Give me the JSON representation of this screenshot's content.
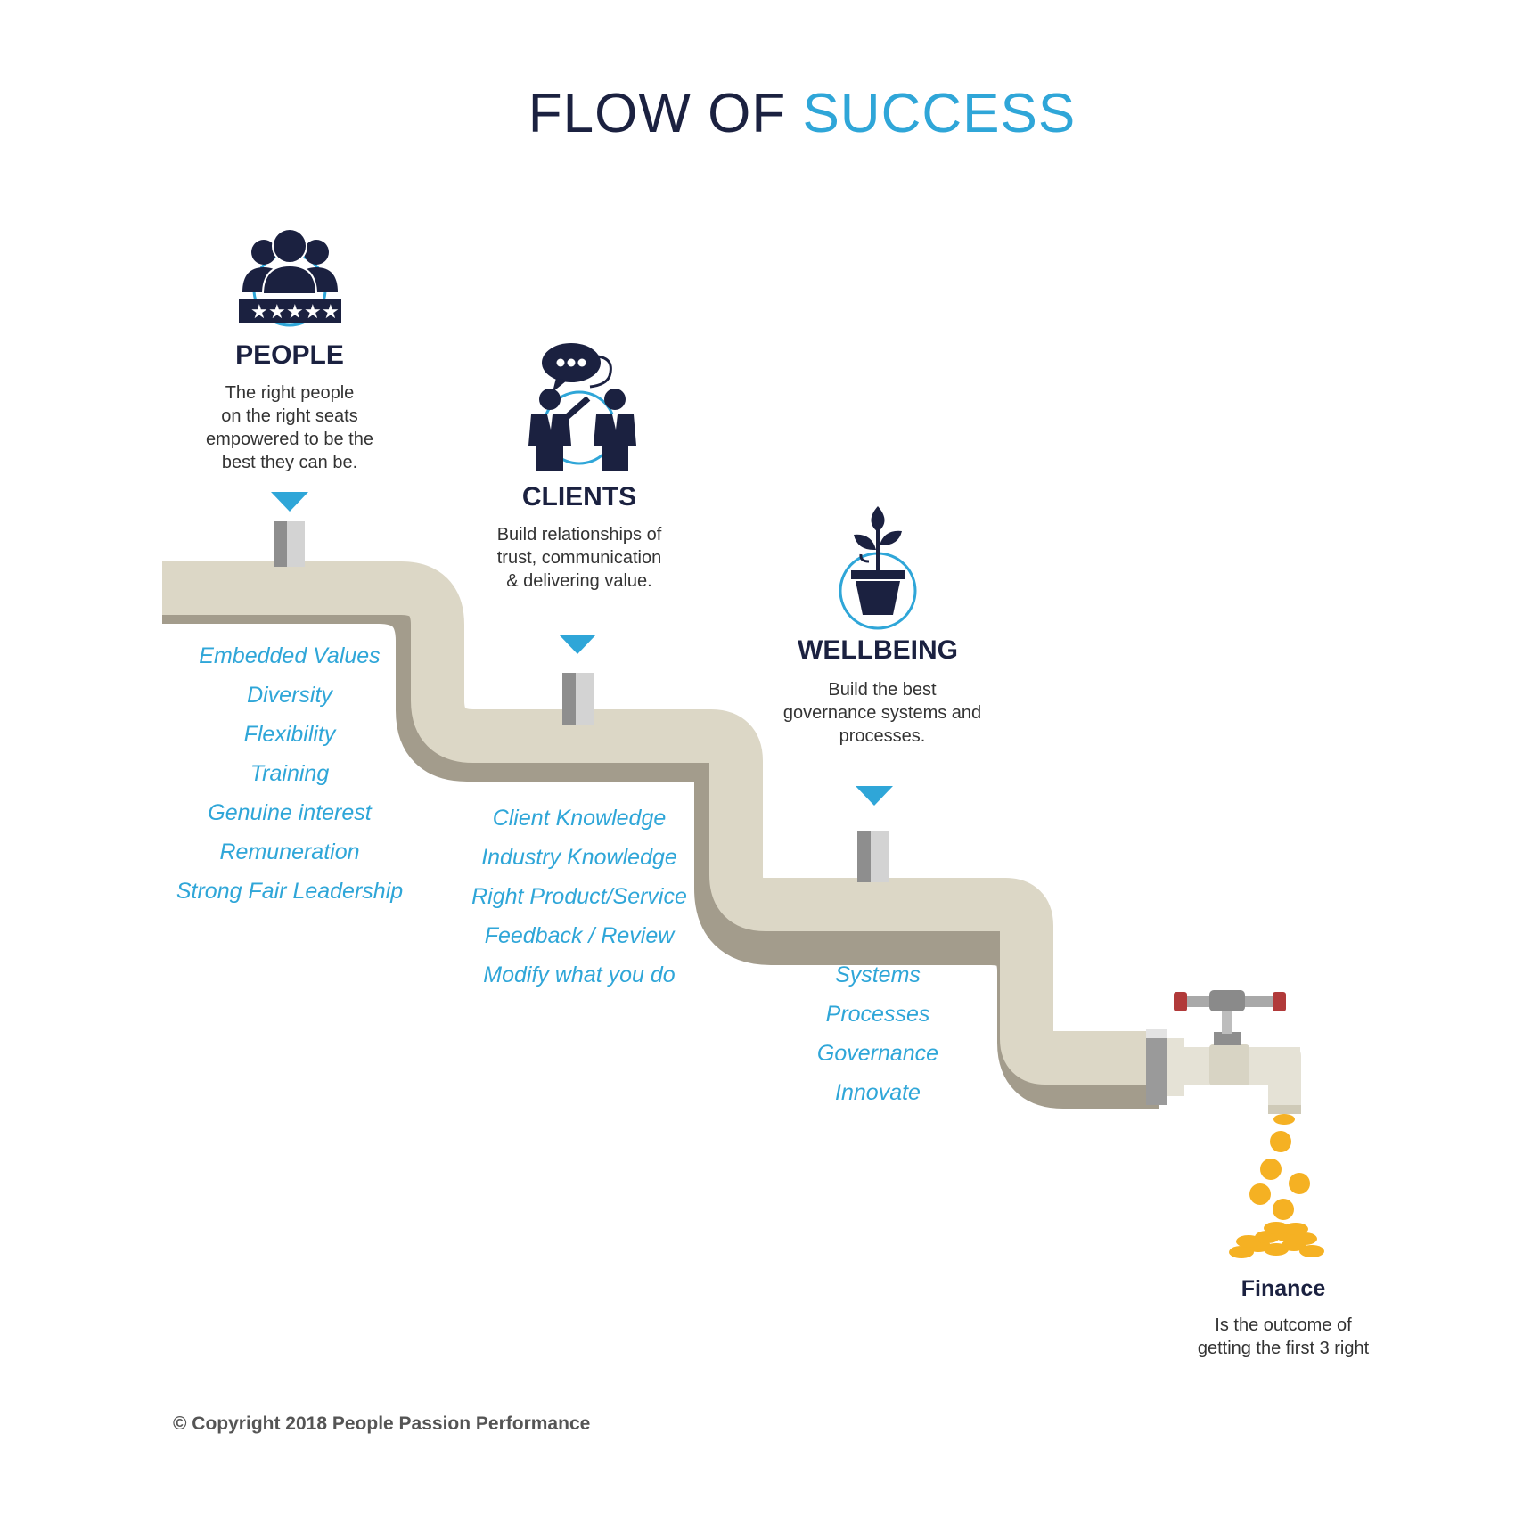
{
  "title": {
    "part1": "FLOW OF",
    "part2": "SUCCESS"
  },
  "stages": [
    {
      "heading": "PEOPLE",
      "description": [
        "The right people",
        "on the right seats",
        "empowered to be the",
        "best they can be."
      ],
      "items": [
        "Embedded Values",
        "Diversity",
        "Flexibility",
        "Training",
        "Genuine interest",
        "Remuneration",
        "Strong Fair Leadership"
      ],
      "icon": "people-rating-icon"
    },
    {
      "heading": "CLIENTS",
      "description": [
        "Build relationships of",
        "trust, communication",
        "& delivering value."
      ],
      "items": [
        "Client Knowledge",
        "Industry Knowledge",
        "Right Product/Service",
        "Feedback / Review",
        "Modify what you do"
      ],
      "icon": "clients-conversation-icon"
    },
    {
      "heading": "WELLBEING",
      "description": [
        "Build the best",
        "governance systems and",
        "processes."
      ],
      "items": [
        "Systems",
        "Processes",
        "Governance",
        "Innovate"
      ],
      "icon": "plant-pot-icon"
    }
  ],
  "outcome": {
    "heading": "Finance",
    "description": [
      "Is the outcome of",
      "getting the first 3 right"
    ],
    "icon": "coins-icon"
  },
  "copyright": "© Copyright 2018 People Passion Performance",
  "colors": {
    "navy": "#1b2140",
    "accent_blue": "#2fa6d8",
    "pipe_light": "#dcd7c6",
    "pipe_shadow": "#a39c8c",
    "coin": "#f5b123",
    "valve_red": "#b13a3a"
  }
}
